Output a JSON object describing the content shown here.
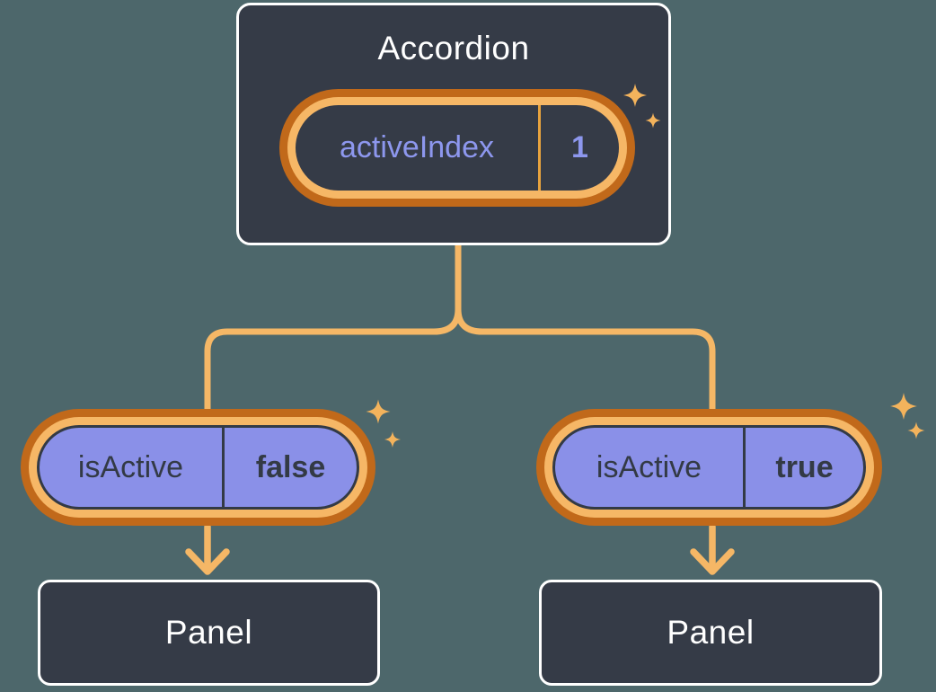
{
  "colors": {
    "bg": "#4D676B",
    "node": "#353B47",
    "node-border": "#FFFFFF",
    "text-light": "#FFFFFF",
    "purple": "#8A90E8",
    "purple-text": "#8D97EE",
    "dark-text": "#333A45",
    "ring-dark": "#C1691A",
    "ring-light": "#F6B766",
    "line": "#F5B766",
    "divider-orange": "#E8A33E",
    "sparkle": "#F3B35C"
  },
  "diagram": {
    "root": {
      "title": "Accordion",
      "state": {
        "name": "activeIndex",
        "value": "1"
      }
    },
    "children": [
      {
        "state": {
          "name": "isActive",
          "value": "false"
        },
        "panel_label": "Panel"
      },
      {
        "state": {
          "name": "isActive",
          "value": "true"
        },
        "panel_label": "Panel"
      }
    ],
    "icons": {
      "sparkles": "four-point-star"
    }
  }
}
